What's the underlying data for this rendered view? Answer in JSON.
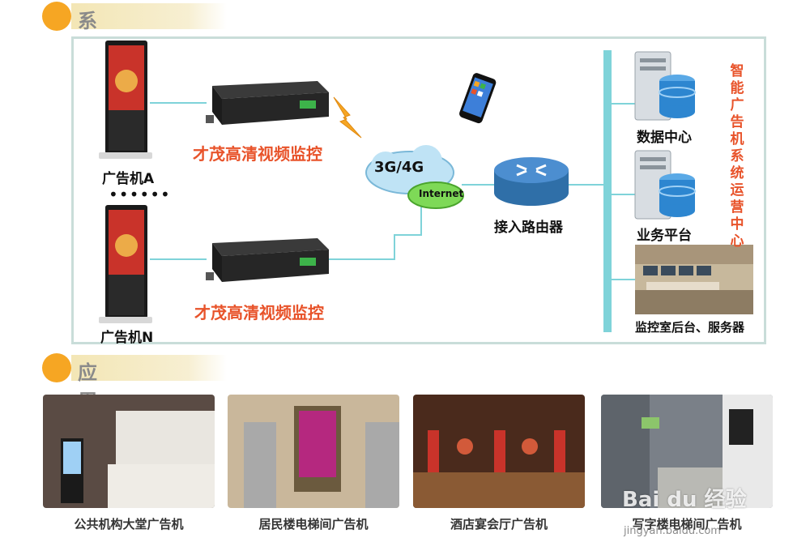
{
  "sections": {
    "topology_title": "系统拓扑图",
    "application_title": "应用领域"
  },
  "topology": {
    "ad_machine_a": "广告机A",
    "ad_machine_n": "广告机N",
    "dots": "••••••",
    "monitor_label_top": "才茂高清视频监控",
    "monitor_label_bottom": "才茂高清视频监控",
    "cloud_3g": "3G/4G",
    "cloud_internet": "Internet",
    "router_label": "接入路由器",
    "data_center": "数据中心",
    "business_platform": "业务平台",
    "control_room": "监控室后台、服务器",
    "ops_center_vertical": "智能广告机系统运营中心"
  },
  "applications": [
    {
      "caption": "公共机构大堂广告机",
      "icon": "lobby-photo"
    },
    {
      "caption": "居民楼电梯间广告机",
      "icon": "elevator-photo"
    },
    {
      "caption": "酒店宴会厅广告机",
      "icon": "banquet-photo"
    },
    {
      "caption": "写字楼电梯间广告机",
      "icon": "office-elevator-photo"
    }
  ],
  "watermark": {
    "brand": "Bai du 经验",
    "url": "jingyan.baidu.com"
  },
  "colors": {
    "accent_orange": "#f6a623",
    "label_red": "#e8532a",
    "line_teal": "#7fd3d9",
    "frame_border": "#c9ddd9"
  }
}
